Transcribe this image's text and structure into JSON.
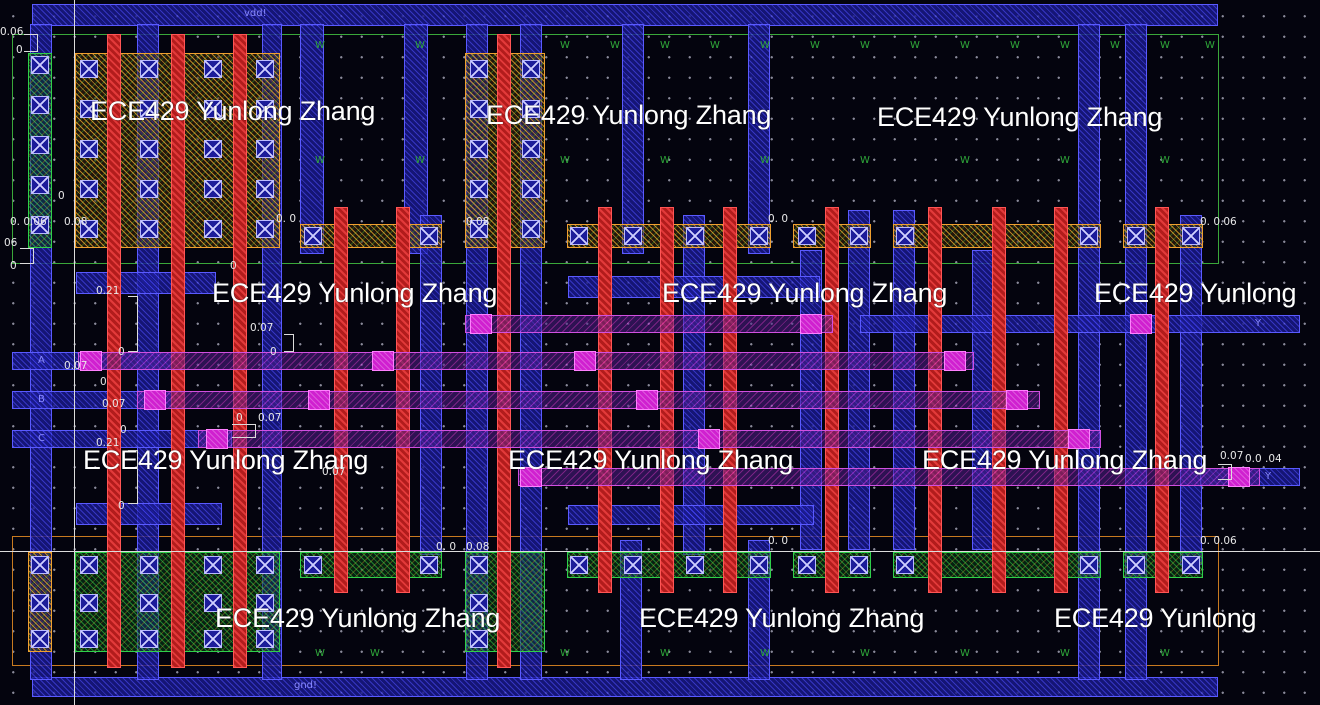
{
  "app": {
    "window_title": "Layout Editor"
  },
  "layers": {
    "metal1_color": "#2b2bd6",
    "metal2_color": "#c040d0",
    "poly_color": "#d42a2a",
    "ndiff_color": "#2fd04a",
    "pdiff_color": "#f0a030",
    "nwell_color": "#3aa83a",
    "background": "#04040e"
  },
  "rails": {
    "top_label": "vdd!",
    "bottom_label": "gnd!"
  },
  "watermarks": [
    "ECE429 Yunlong Zhang",
    "ECE429 Yunlong Zhang",
    "ECE429 Yunlong Zhang",
    "ECE429 Yunlong Zhang",
    "ECE429 Yunlong Zhang",
    "ECE429 Yunlong",
    "ECE429 Yunlong Zhang",
    "ECE429 Yunlong Zhang",
    "ECE429 Yunlong Zhang",
    "ECE429 Yunlong Zhang",
    "ECE429 Yunlong Zhang",
    "ECE429 Yunlong"
  ],
  "pins": {
    "a": "A",
    "b": "B",
    "c": "C",
    "out": "Y",
    "out2": "Y"
  },
  "dimensions": {
    "d_006": "0.06",
    "d_008": "0.08",
    "d_007": "0.07",
    "d_021": "0.21",
    "d_004": "0.04",
    "d_0": "0",
    "d_0_0": "0. 0",
    "d_0_06": "0. 0.06",
    "d_00_04": "0.0 .04",
    "d_07": "07",
    "d_06": "06",
    "d_0_07": "0.07"
  },
  "well_taps": {
    "mark": "W"
  }
}
